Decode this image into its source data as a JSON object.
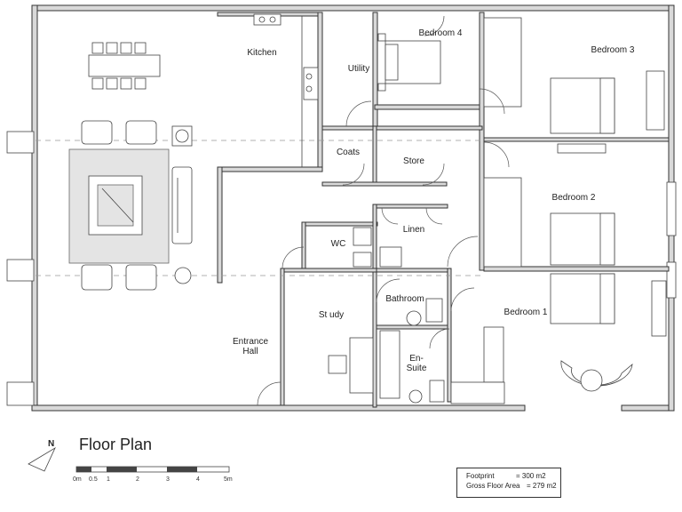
{
  "title": "Floor Plan",
  "north_label": "N",
  "rooms": {
    "kitchen": "Kitchen",
    "utility": "Utility",
    "bedroom4": "Bedroom 4",
    "bedroom3": "Bedroom 3",
    "coats": "Coats",
    "store": "Store",
    "bedroom2": "Bedroom 2",
    "linen": "Linen",
    "wc": "WC",
    "study": "St udy",
    "bathroom": "Bathroom",
    "bedroom1": "Bedroom 1",
    "entrance_hall": "Entrance\nHall",
    "en_suite": "En-\nSuite"
  },
  "scale_bar": {
    "ticks": [
      "0m",
      "0.5",
      "1",
      "2",
      "3",
      "4",
      "5m"
    ]
  },
  "areas": {
    "footprint_label": "Footprint",
    "footprint_value": "= 300  m2",
    "gross_label": "Gross Floor Area",
    "gross_value": "= 279 m2"
  }
}
